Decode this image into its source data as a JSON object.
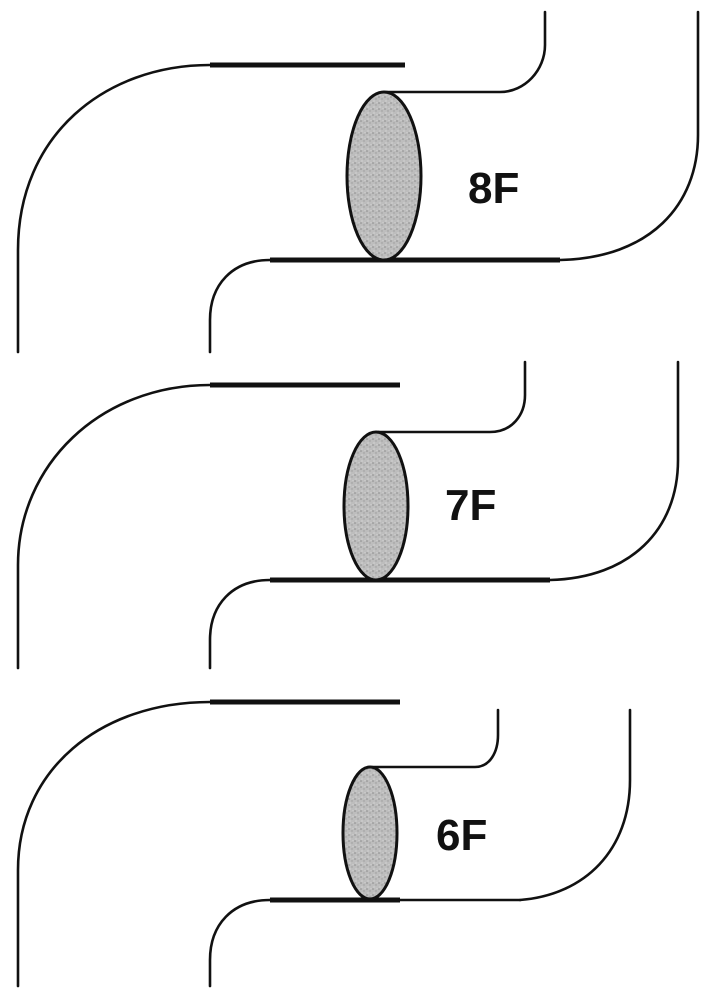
{
  "panels": [
    {
      "id": "8f",
      "label": "8F"
    },
    {
      "id": "7f",
      "label": "7F"
    },
    {
      "id": "6f",
      "label": "6F"
    }
  ],
  "colors": {
    "line": "#111111",
    "fill": "#bdbdbd",
    "background": "#ffffff"
  }
}
